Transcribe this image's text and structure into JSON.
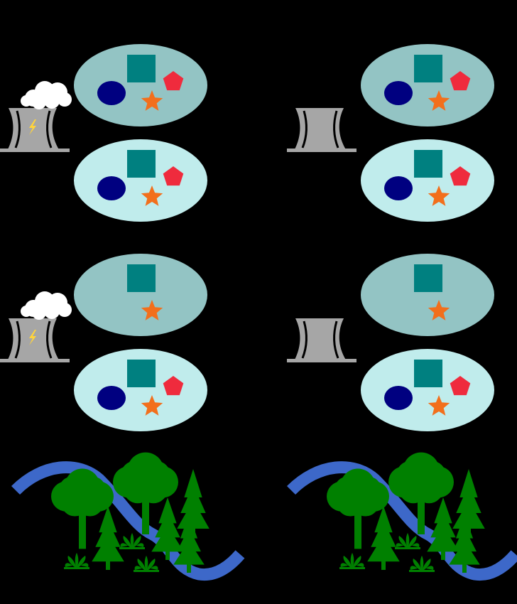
{
  "colors": {
    "background": "#000000",
    "plant_body": "#a6a6a6",
    "plant_stripe": "#000000",
    "steam": "#ffffff",
    "lightning": "#ffd43b",
    "ellipse_dark": "#93c4c4",
    "ellipse_light": "#c0ecec",
    "square": "#008080",
    "circle": "#000080",
    "pentagon": "#ef2b3d",
    "star": "#f26f1c",
    "river": "#3d68c9",
    "tree": "#008000"
  },
  "icons": {
    "plant_active": "power-plant-with-steam-and-lightning-icon",
    "plant_idle": "cooling-tower-icon",
    "ecosystem": "river-and-forest-icon",
    "species_square": "square-icon",
    "species_circle": "circle-icon",
    "species_pentagon": "pentagon-icon",
    "species_star": "star-icon"
  },
  "panels": [
    {
      "id": "top-left",
      "plant": "active",
      "communities": [
        {
          "tone": "dark",
          "species": [
            "square",
            "circle",
            "pentagon",
            "star"
          ]
        },
        {
          "tone": "light",
          "species": [
            "square",
            "circle",
            "pentagon",
            "star"
          ]
        }
      ]
    },
    {
      "id": "top-right",
      "plant": "idle",
      "communities": [
        {
          "tone": "dark",
          "species": [
            "square",
            "circle",
            "pentagon",
            "star"
          ]
        },
        {
          "tone": "light",
          "species": [
            "square",
            "circle",
            "pentagon",
            "star"
          ]
        }
      ]
    },
    {
      "id": "middle-left",
      "plant": "active",
      "communities": [
        {
          "tone": "dark",
          "species": [
            "square",
            "star"
          ]
        },
        {
          "tone": "light",
          "species": [
            "square",
            "circle",
            "pentagon",
            "star"
          ]
        }
      ]
    },
    {
      "id": "middle-right",
      "plant": "idle",
      "communities": [
        {
          "tone": "dark",
          "species": [
            "square",
            "star"
          ]
        },
        {
          "tone": "light",
          "species": [
            "square",
            "circle",
            "pentagon",
            "star"
          ]
        }
      ]
    }
  ],
  "landscapes": [
    {
      "id": "bottom-left"
    },
    {
      "id": "bottom-right"
    }
  ]
}
